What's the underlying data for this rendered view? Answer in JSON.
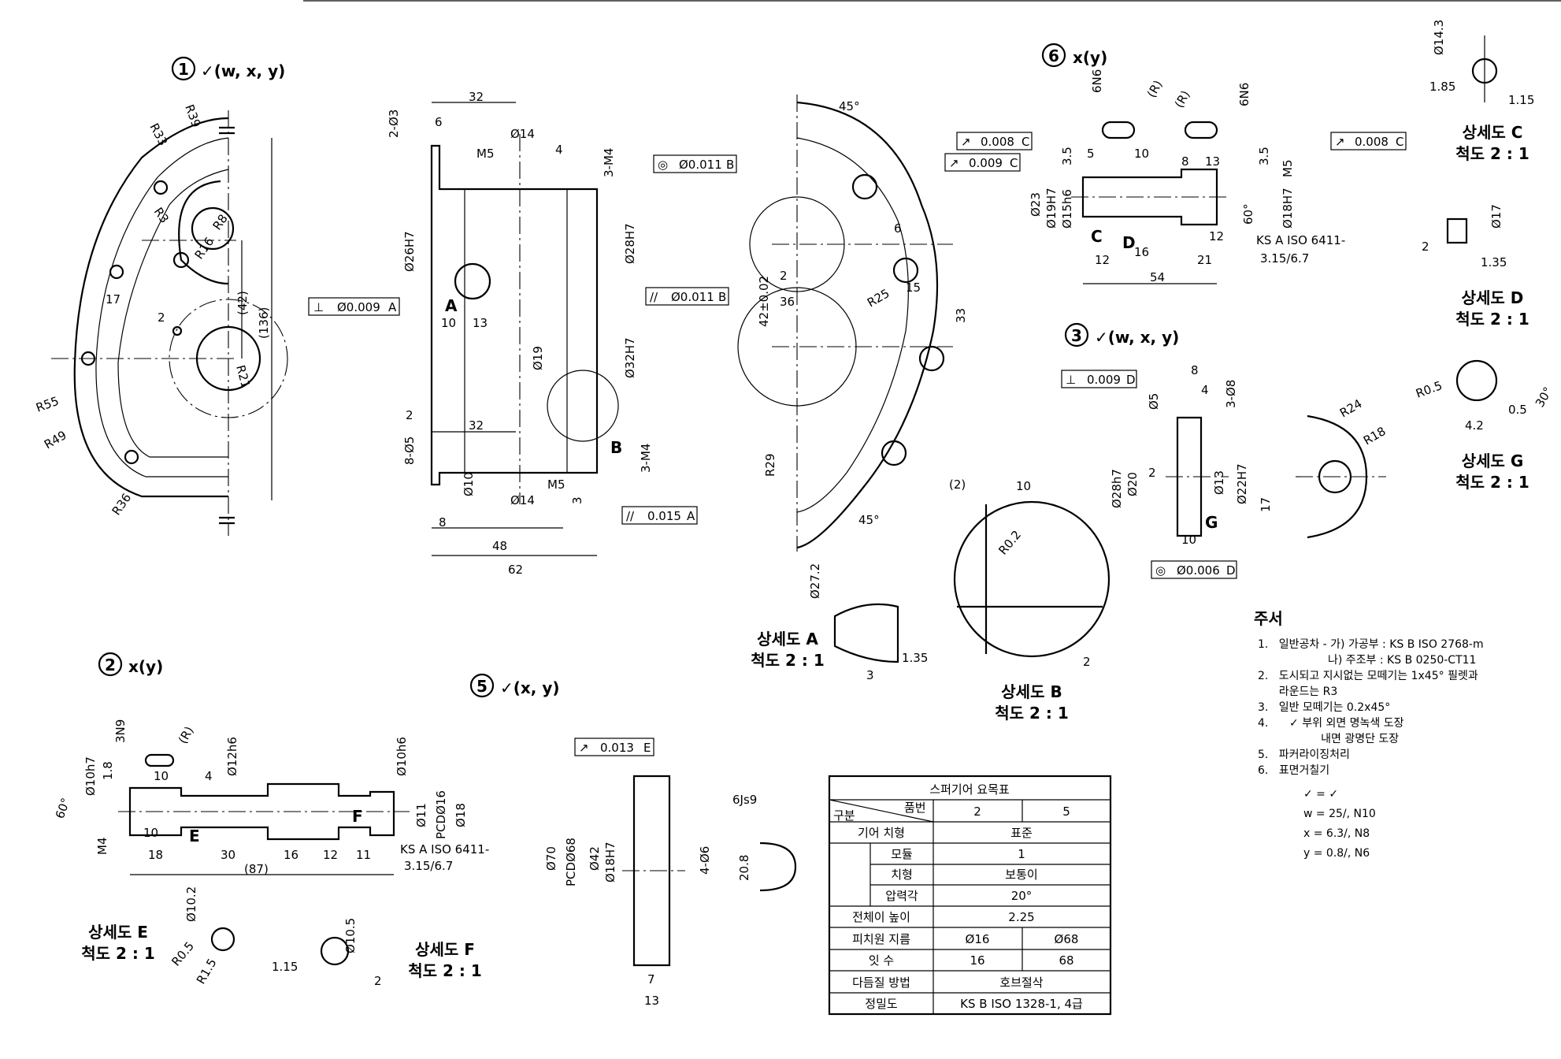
{
  "views": {
    "v1": {
      "number": "1",
      "symbol": "✓(w, x, y)"
    },
    "v2": {
      "number": "2",
      "symbol": "x(y)"
    },
    "v3": {
      "number": "3",
      "symbol": "✓(w, x, y)"
    },
    "v5": {
      "number": "5",
      "symbol": "✓(x, y)"
    },
    "v6": {
      "number": "6",
      "symbol": "x(y)"
    }
  },
  "details": [
    {
      "id": "A",
      "title": "상세도 A",
      "scale": "척도 2 : 1"
    },
    {
      "id": "B",
      "title": "상세도 B",
      "scale": "척도 2 : 1"
    },
    {
      "id": "C",
      "title": "상세도 C",
      "scale": "척도 2 : 1"
    },
    {
      "id": "D",
      "title": "상세도 D",
      "scale": "척도 2 : 1"
    },
    {
      "id": "E",
      "title": "상세도 E",
      "scale": "척도 2 : 1"
    },
    {
      "id": "F",
      "title": "상세도 F",
      "scale": "척도 2 : 1"
    },
    {
      "id": "G",
      "title": "상세도 G",
      "scale": "척도 2 : 1"
    }
  ],
  "dims": {
    "v1": [
      "R33",
      "R39",
      "R3",
      "R16",
      "R8",
      "17",
      "2",
      "(42)",
      "(136)",
      "R21",
      "R55",
      "R49",
      "R36"
    ],
    "body": [
      "32",
      "6",
      "2-Ø3",
      "Ø14",
      "M5",
      "4",
      "3-M4",
      "Ø26H7",
      "Ø28H7",
      "10",
      "13",
      "Ø19",
      "Ø32H7",
      "2",
      "32",
      "8-Ø5",
      "Ø10",
      "Ø14",
      "M5",
      "3",
      "3-M4",
      "8",
      "48",
      "62",
      "A",
      "B"
    ],
    "cover": [
      "45°",
      "2",
      "42±0.02",
      "36",
      "6",
      "R25",
      "15",
      "33",
      "R29",
      "45°"
    ],
    "shaft6": [
      "6N6",
      "(R)",
      "(R)",
      "6N6",
      "10",
      "5",
      "8",
      "13",
      "3.5",
      "3.5",
      "Ø23",
      "Ø19H7",
      "Ø15h6",
      "M5",
      "Ø18H7",
      "60°",
      "12",
      "12",
      "16",
      "21",
      "54",
      "C",
      "D"
    ],
    "shaft2": [
      "3N9",
      "(R)",
      "Ø10h7",
      "1.8",
      "10",
      "4",
      "Ø12h6",
      "Ø10h6",
      "60°",
      "M4",
      "Ø11",
      "PCDØ16",
      "Ø18",
      "10",
      "18",
      "30",
      "16",
      "12",
      "11",
      "(87)",
      "E",
      "F"
    ],
    "gear5": [
      "Ø70",
      "PCDØ68",
      "Ø42",
      "Ø18H7",
      "4-Ø6",
      "6Js9",
      "20.8",
      "7",
      "13"
    ],
    "part3": [
      "8",
      "Ø5",
      "4",
      "3-Ø8",
      "Ø28h7",
      "Ø20",
      "2",
      "Ø13",
      "Ø22H7",
      "10",
      "R24",
      "R18",
      "17",
      "G"
    ],
    "detA": [
      "Ø27.2",
      "1.35",
      "3"
    ],
    "detB": [
      "(2)",
      "10",
      "R0.2",
      "2"
    ],
    "detC": [
      "Ø14.3",
      "1.85",
      "1.15"
    ],
    "detD": [
      "Ø17",
      "2",
      "1.35"
    ],
    "detE": [
      "Ø10.2",
      "R0.5",
      "R1.5",
      "1.15",
      "Ø10.5",
      "2"
    ],
    "detG": [
      "R0.5",
      "0.5",
      "30°",
      "4.2"
    ]
  },
  "tolerances": [
    {
      "sym": "⊥",
      "val": "Ø0.009",
      "ref": "A"
    },
    {
      "sym": "◎",
      "val": "Ø0.011",
      "ref": "B"
    },
    {
      "sym": "//",
      "val": "Ø0.011",
      "ref": "B"
    },
    {
      "sym": "//",
      "val": "0.015",
      "ref": "A"
    },
    {
      "sym": "↗",
      "val": "0.008",
      "ref": "C"
    },
    {
      "sym": "↗",
      "val": "0.009",
      "ref": "C"
    },
    {
      "sym": "↗",
      "val": "0.008",
      "ref": "C"
    },
    {
      "sym": "⊥",
      "val": "0.009",
      "ref": "D"
    },
    {
      "sym": "◎",
      "val": "Ø0.006",
      "ref": "D"
    },
    {
      "sym": "↗",
      "val": "0.013",
      "ref": "E"
    }
  ],
  "keyway_note": {
    "line1": "KS A ISO 6411-",
    "line2": "3.15/6.7"
  },
  "notes": {
    "title": "주서",
    "lines": [
      "1.   일반공차 - 가) 가공부 : KS B ISO 2768-m",
      "                    나) 주조부 : KS B 0250-CT11",
      "2.   도시되고 지시없는 모떼기는 1x45° 필렛과",
      "      라운드는 R3",
      "3.   일반 모떼기는 0.2x45°",
      "4.      ✓ 부위 외면 명녹색 도장",
      "                  내면 광명단 도장",
      "5.   파커라이징처리",
      "6.   표면거칠기"
    ],
    "roughness": [
      "✓ = ✓",
      "w = 25/, N10",
      "x = 6.3/, N8",
      "y = 0.8/, N6"
    ]
  },
  "gear_table": {
    "title": "스퍼기어 요목표",
    "col_item": "구분",
    "col_part": "품번",
    "parts": [
      "2",
      "5"
    ],
    "rows": [
      {
        "label": "기어 치형",
        "span": true,
        "value": "표준"
      },
      {
        "label": "모듈",
        "span": true,
        "sub": true,
        "value": "1"
      },
      {
        "label": "치형",
        "span": true,
        "sub": true,
        "value": "보통이"
      },
      {
        "label": "압력각",
        "span": true,
        "sub": true,
        "value": "20°"
      },
      {
        "label": "전체이 높이",
        "span": true,
        "value": "2.25"
      },
      {
        "label": "피치원 지름",
        "span": false,
        "values": [
          "Ø16",
          "Ø68"
        ]
      },
      {
        "label": "잇 수",
        "span": false,
        "values": [
          "16",
          "68"
        ]
      },
      {
        "label": "다듬질 방법",
        "span": true,
        "value": "호브절삭"
      },
      {
        "label": "정밀도",
        "span": true,
        "value": "KS B ISO 1328-1, 4급"
      }
    ]
  }
}
